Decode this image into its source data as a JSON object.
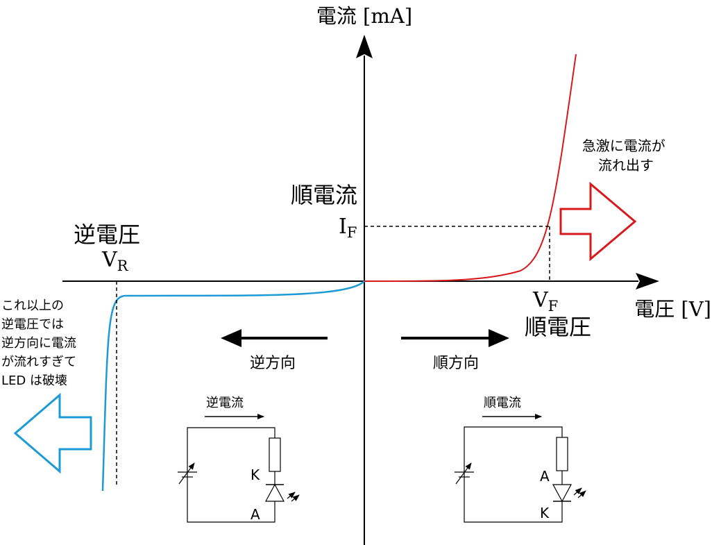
{
  "axes": {
    "y_label": "電流 [mA]",
    "x_label": "電圧 [V]"
  },
  "reverse": {
    "voltage_title": "逆電圧",
    "vr_main": "V",
    "vr_sub": "R",
    "warning_lines": [
      "これ以上の",
      "逆電圧では",
      "逆方向に電流",
      "が流れすぎて",
      "LED は破壊"
    ],
    "direction_label": "逆方向",
    "circuit_title": "逆電流",
    "top_terminal": "K",
    "bottom_terminal": "A"
  },
  "forward": {
    "current_title": "順電流",
    "if_main": "I",
    "if_sub": "F",
    "vf_main": "V",
    "vf_sub": "F",
    "voltage_title": "順電圧",
    "note_lines": [
      "急激に電流が",
      "流れ出す"
    ],
    "direction_label": "順方向",
    "circuit_title": "順電流",
    "top_terminal": "A",
    "bottom_terminal": "K"
  },
  "colors": {
    "axis": "#000000",
    "forward_curve": "#d7191c",
    "reverse_curve": "#1b9ad6"
  }
}
